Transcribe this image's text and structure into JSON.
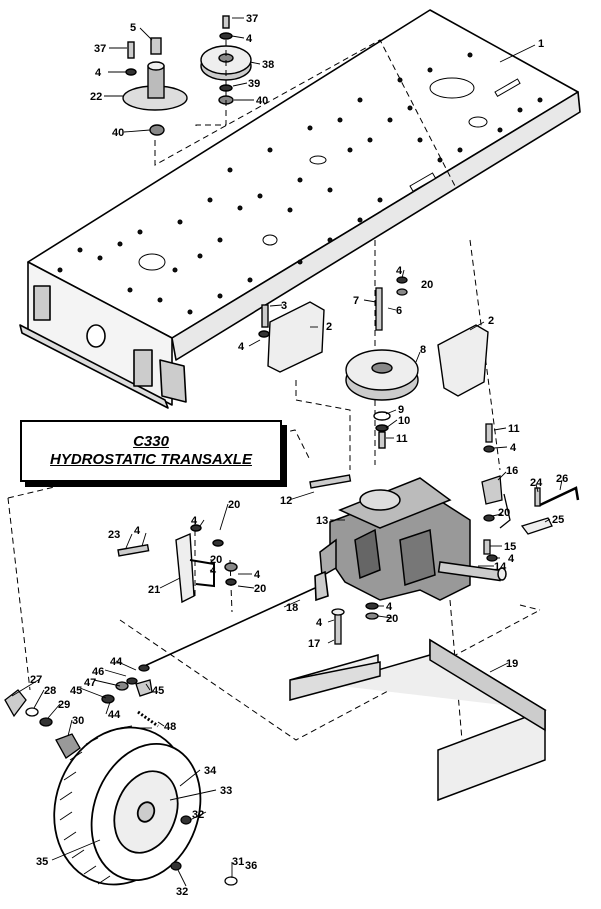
{
  "title": {
    "line1": "C330",
    "line2": "HYDROSTATIC TRANSAXLE"
  },
  "callouts": [
    {
      "id": "c1",
      "text": "1"
    },
    {
      "id": "c2a",
      "text": "2"
    },
    {
      "id": "c2b",
      "text": "2"
    },
    {
      "id": "c3",
      "text": "3"
    },
    {
      "id": "c4a",
      "text": "4"
    },
    {
      "id": "c4b",
      "text": "4"
    },
    {
      "id": "c4c",
      "text": "4"
    },
    {
      "id": "c4d",
      "text": "4"
    },
    {
      "id": "c4e",
      "text": "4"
    },
    {
      "id": "c4f",
      "text": "4"
    },
    {
      "id": "c4g",
      "text": "4"
    },
    {
      "id": "c4h",
      "text": "4"
    },
    {
      "id": "c4i",
      "text": "4"
    },
    {
      "id": "c4j",
      "text": "4"
    },
    {
      "id": "c4k",
      "text": "4"
    },
    {
      "id": "c4l",
      "text": "4"
    },
    {
      "id": "c5",
      "text": "5"
    },
    {
      "id": "c6",
      "text": "6"
    },
    {
      "id": "c7",
      "text": "7"
    },
    {
      "id": "c8",
      "text": "8"
    },
    {
      "id": "c9",
      "text": "9"
    },
    {
      "id": "c10",
      "text": "10"
    },
    {
      "id": "c11a",
      "text": "11"
    },
    {
      "id": "c11b",
      "text": "11"
    },
    {
      "id": "c12",
      "text": "12"
    },
    {
      "id": "c13",
      "text": "13"
    },
    {
      "id": "c14",
      "text": "14"
    },
    {
      "id": "c15",
      "text": "15"
    },
    {
      "id": "c16",
      "text": "16"
    },
    {
      "id": "c17",
      "text": "17"
    },
    {
      "id": "c18",
      "text": "18"
    },
    {
      "id": "c19",
      "text": "19"
    },
    {
      "id": "c20a",
      "text": "20"
    },
    {
      "id": "c20b",
      "text": "20"
    },
    {
      "id": "c20c",
      "text": "20"
    },
    {
      "id": "c20d",
      "text": "20"
    },
    {
      "id": "c20e",
      "text": "20"
    },
    {
      "id": "c20f",
      "text": "20"
    },
    {
      "id": "c21",
      "text": "21"
    },
    {
      "id": "c22",
      "text": "22"
    },
    {
      "id": "c23",
      "text": "23"
    },
    {
      "id": "c24",
      "text": "24"
    },
    {
      "id": "c25",
      "text": "25"
    },
    {
      "id": "c26",
      "text": "26"
    },
    {
      "id": "c27",
      "text": "27"
    },
    {
      "id": "c28",
      "text": "28"
    },
    {
      "id": "c29",
      "text": "29"
    },
    {
      "id": "c30",
      "text": "30"
    },
    {
      "id": "c31",
      "text": "31"
    },
    {
      "id": "c32a",
      "text": "32"
    },
    {
      "id": "c32b",
      "text": "32"
    },
    {
      "id": "c33",
      "text": "33"
    },
    {
      "id": "c34",
      "text": "34"
    },
    {
      "id": "c35",
      "text": "35"
    },
    {
      "id": "c36",
      "text": "36"
    },
    {
      "id": "c37a",
      "text": "37"
    },
    {
      "id": "c37b",
      "text": "37"
    },
    {
      "id": "c38",
      "text": "38"
    },
    {
      "id": "c39",
      "text": "39"
    },
    {
      "id": "c40a",
      "text": "40"
    },
    {
      "id": "c40b",
      "text": "40"
    },
    {
      "id": "c44a",
      "text": "44"
    },
    {
      "id": "c44b",
      "text": "44"
    },
    {
      "id": "c45a",
      "text": "45"
    },
    {
      "id": "c45b",
      "text": "45"
    },
    {
      "id": "c46",
      "text": "46"
    },
    {
      "id": "c47",
      "text": "47"
    },
    {
      "id": "c48",
      "text": "48"
    }
  ]
}
